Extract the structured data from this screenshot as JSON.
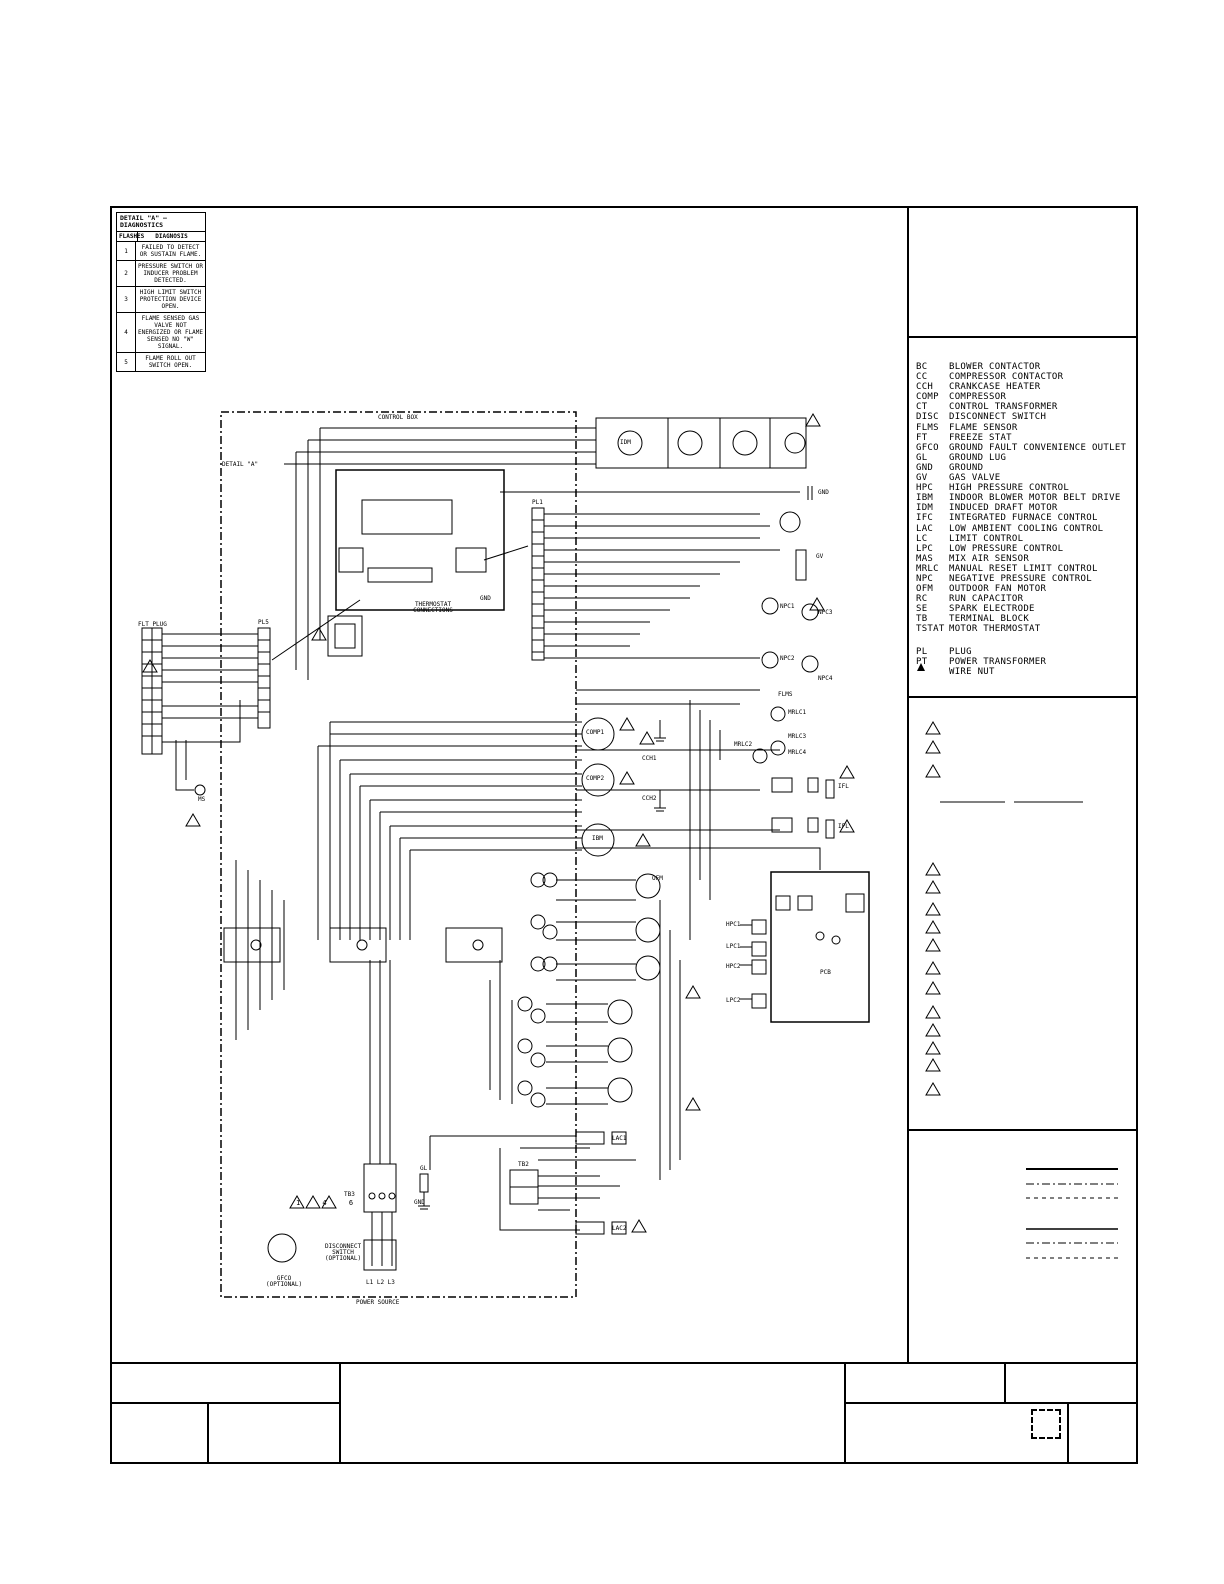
{
  "diagnostics": {
    "title": "DETAIL \"A\" — DIAGNOSTICS",
    "col_flashes": "FLASHES",
    "col_diagnosis": "DIAGNOSIS",
    "rows": [
      {
        "flashes": "1",
        "text": "FAILED TO DETECT OR SUSTAIN FLAME."
      },
      {
        "flashes": "2",
        "text": "PRESSURE SWITCH OR INDUCER PROBLEM DETECTED."
      },
      {
        "flashes": "3",
        "text": "HIGH LIMIT SWITCH PROTECTION DEVICE OPEN."
      },
      {
        "flashes": "4",
        "text": "FLAME SENSED GAS VALVE NOT ENERGIZED OR FLAME SENSED NO \"W\" SIGNAL."
      },
      {
        "flashes": "5",
        "text": "FLAME ROLL OUT SWITCH OPEN."
      }
    ]
  },
  "legend": [
    {
      "code": "BC",
      "desc": "BLOWER CONTACTOR"
    },
    {
      "code": "CC",
      "desc": "COMPRESSOR CONTACTOR"
    },
    {
      "code": "CCH",
      "desc": "CRANKCASE HEATER"
    },
    {
      "code": "COMP",
      "desc": "COMPRESSOR"
    },
    {
      "code": "CT",
      "desc": "CONTROL TRANSFORMER"
    },
    {
      "code": "DISC",
      "desc": "DISCONNECT SWITCH"
    },
    {
      "code": "FLMS",
      "desc": "FLAME SENSOR"
    },
    {
      "code": "FT",
      "desc": "FREEZE STAT"
    },
    {
      "code": "GFCO",
      "desc": "GROUND FAULT CONVENIENCE OUTLET"
    },
    {
      "code": "GL",
      "desc": "GROUND LUG"
    },
    {
      "code": "GND",
      "desc": "GROUND"
    },
    {
      "code": "GV",
      "desc": "GAS VALVE"
    },
    {
      "code": "HPC",
      "desc": "HIGH PRESSURE CONTROL"
    },
    {
      "code": "IBM",
      "desc": "INDOOR BLOWER MOTOR BELT DRIVE"
    },
    {
      "code": "IDM",
      "desc": "INDUCED DRAFT MOTOR"
    },
    {
      "code": "IFC",
      "desc": "INTEGRATED FURNACE CONTROL"
    },
    {
      "code": "LAC",
      "desc": "LOW AMBIENT COOLING CONTROL"
    },
    {
      "code": "LC",
      "desc": "LIMIT CONTROL"
    },
    {
      "code": "LPC",
      "desc": "LOW PRESSURE CONTROL"
    },
    {
      "code": "MAS",
      "desc": "MIX AIR SENSOR"
    },
    {
      "code": "MRLC",
      "desc": "MANUAL RESET LIMIT CONTROL"
    },
    {
      "code": "NPC",
      "desc": "NEGATIVE PRESSURE CONTROL"
    },
    {
      "code": "OFM",
      "desc": "OUTDOOR FAN MOTOR"
    },
    {
      "code": "RC",
      "desc": "RUN CAPACITOR"
    },
    {
      "code": "SE",
      "desc": "SPARK ELECTRODE"
    },
    {
      "code": "TB",
      "desc": "TERMINAL BLOCK"
    },
    {
      "code": "TSTAT",
      "desc": "MOTOR THERMOSTAT"
    }
  ],
  "legend2": [
    {
      "code": "PL",
      "desc": "PLUG"
    },
    {
      "code": "PT",
      "desc": "POWER TRANSFORMER"
    },
    {
      "code": "",
      "desc": "WIRE NUT"
    }
  ],
  "labels": {
    "control_box": "CONTROL BOX",
    "detail_a": "DETAIL \"A\"",
    "thermostat_connections": "THERMOSTAT CONNECTIONS",
    "power_source": "POWER SOURCE",
    "disconnect_switch": "DISCONNECT SWITCH (OPTIONAL)",
    "gfco": "GFCO (OPTIONAL)",
    "tb3": "TB3",
    "tb2": "TB2",
    "pcb": "PCB",
    "gnd": "GND",
    "gl": "GL",
    "gv": "GV",
    "flt_plug": "FLT PLUG",
    "pl5": "PL5",
    "pl1": "PL1",
    "flms": "FLMS",
    "comp1": "COMP1",
    "comp2": "COMP2",
    "ibm": "IBM",
    "idm": "IDM",
    "hpc1": "HPC1",
    "hpc2": "HPC2",
    "lpc1": "LPC1",
    "lpc2": "LPC2",
    "npc1": "NPC1",
    "npc2": "NPC2",
    "npc3": "NPC3",
    "npc4": "NPC4",
    "mrlc1": "MRLC1",
    "mrlc2": "MRLC2",
    "mrlc3": "MRLC3",
    "mrlc4": "MRLC4",
    "lac1": "LAC1",
    "lac2": "LAC2",
    "ofm": "OFM",
    "cch1": "CCH1",
    "cch2": "CCH2",
    "ifl": "IFL",
    "ms": "MS",
    "l1l2l3": "L1 L2 L3",
    "tri_notes": "1 4 6"
  },
  "colors": {
    "line": "#000000",
    "paper": "#ffffff"
  }
}
